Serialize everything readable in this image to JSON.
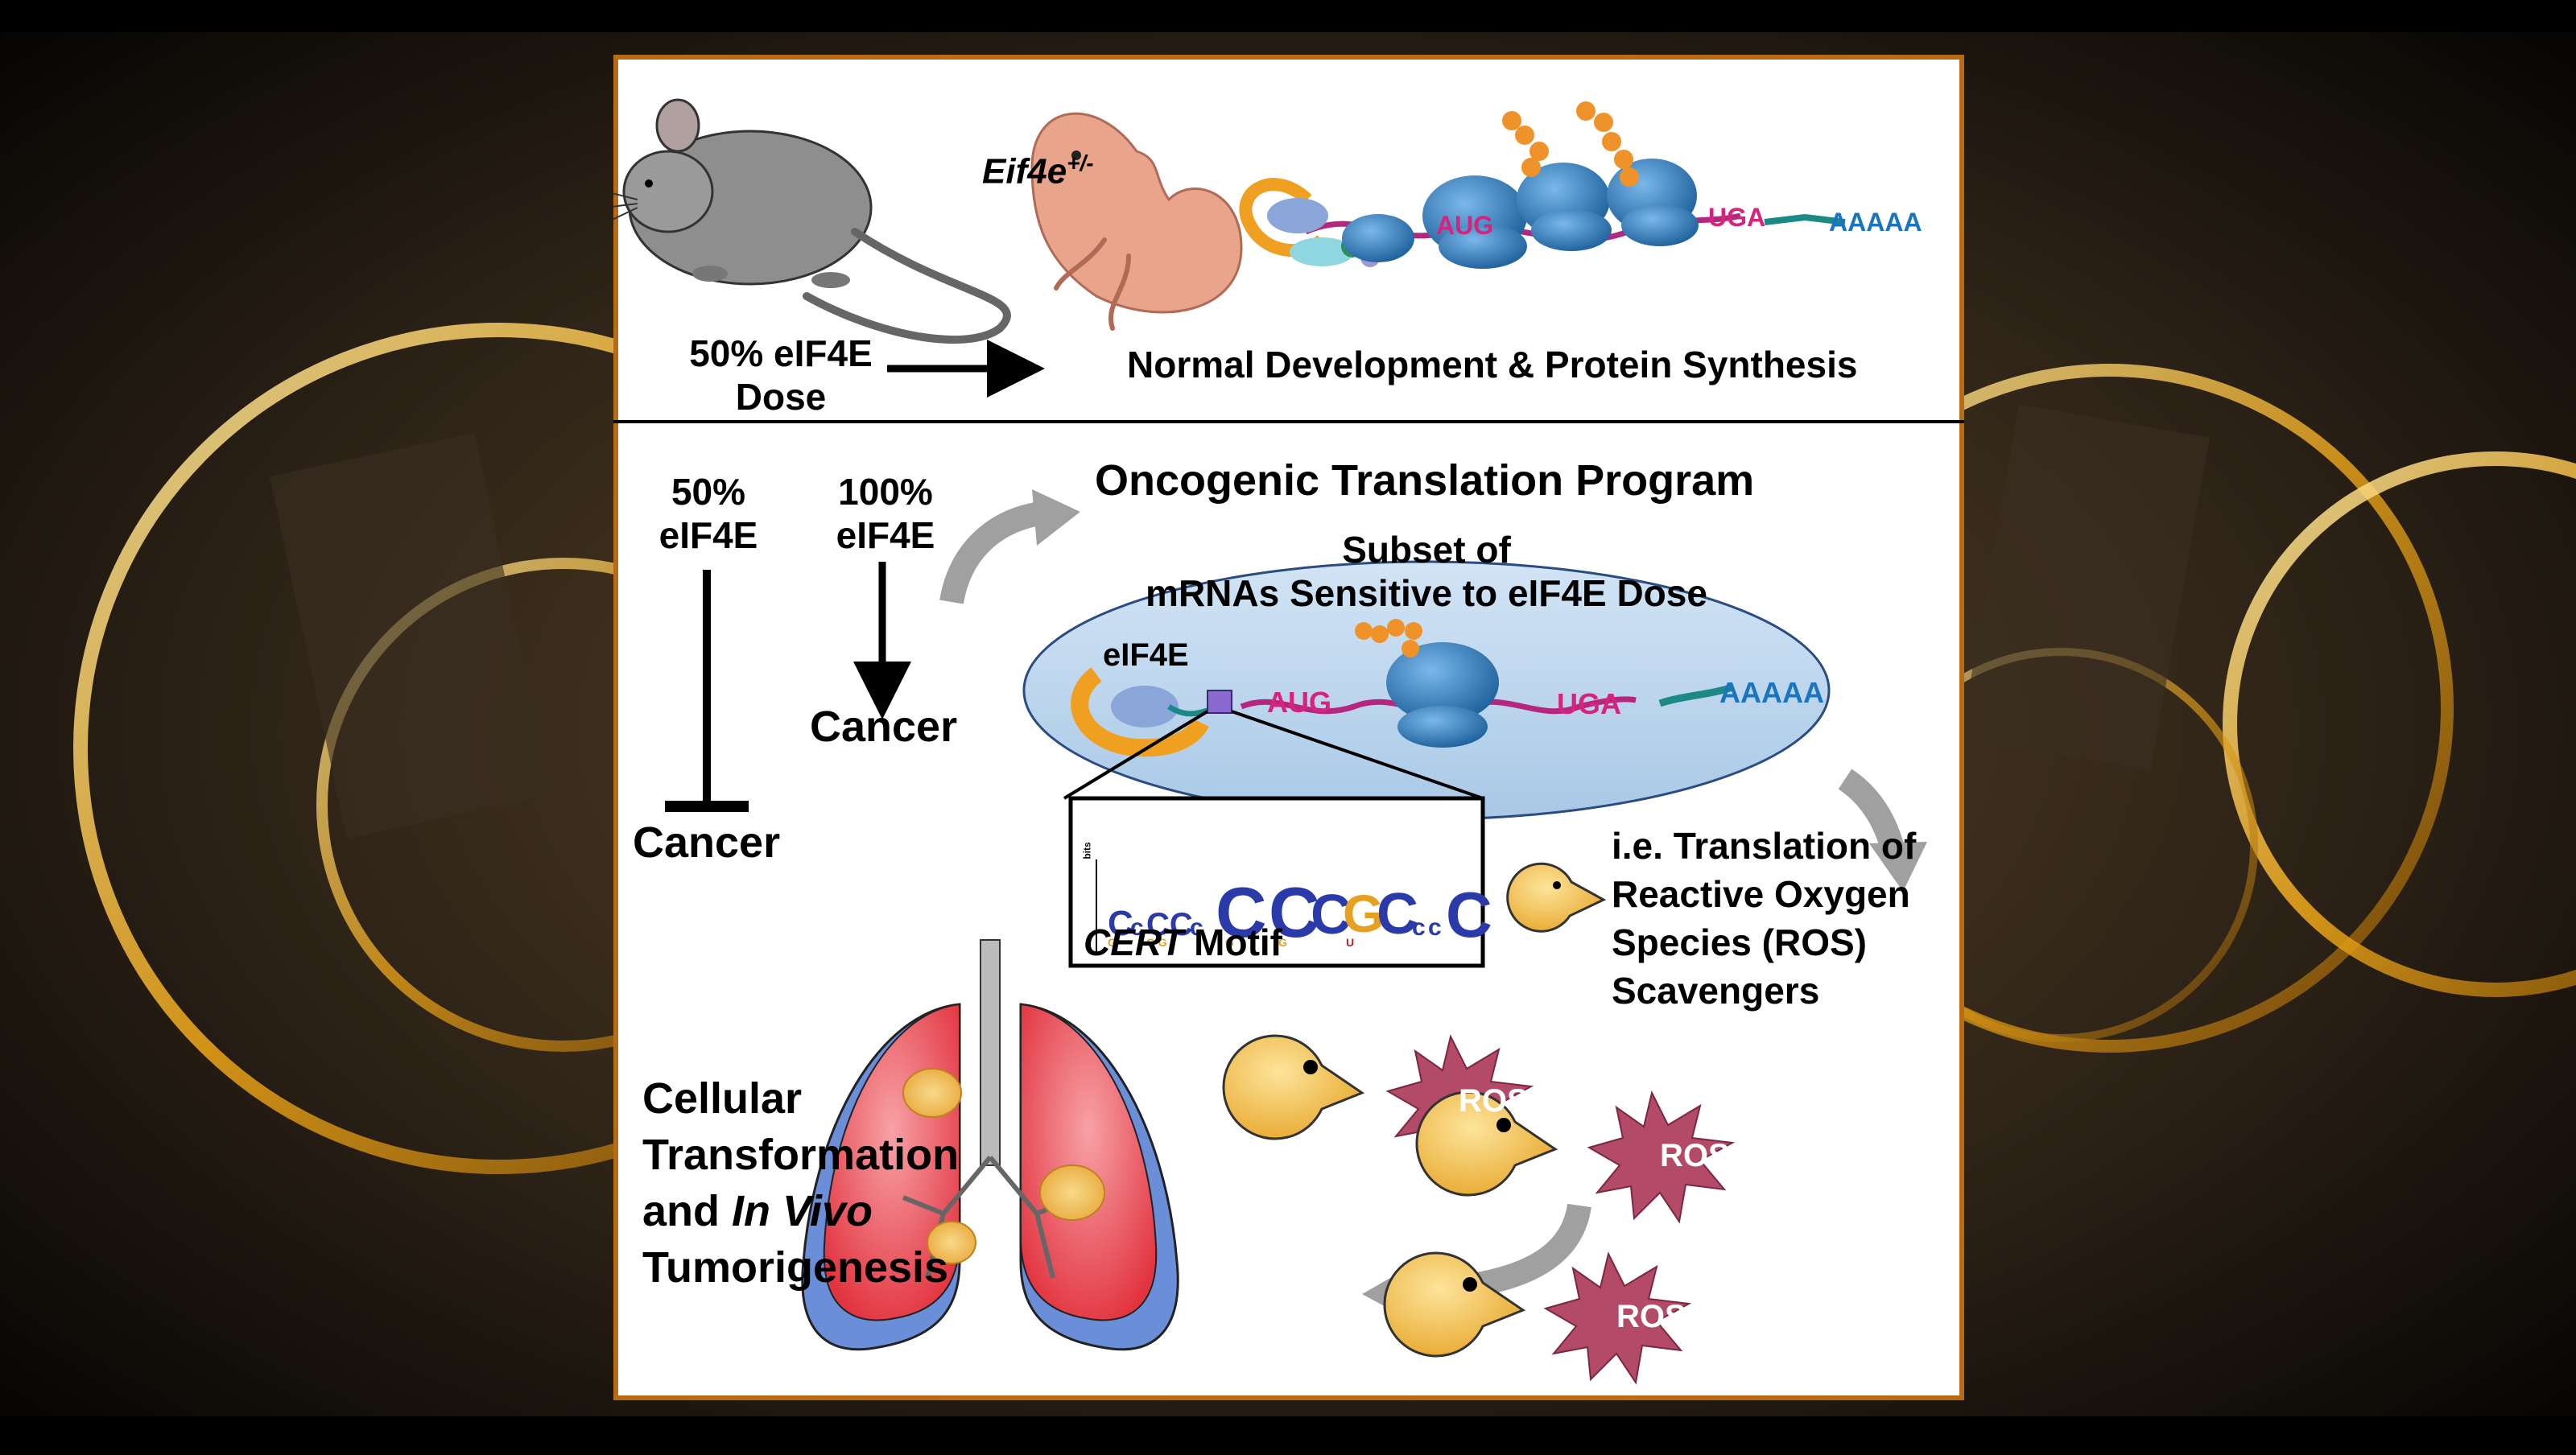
{
  "top_panel": {
    "gene_label": "Eif4e",
    "gene_superscript": "+/-",
    "dose_line1": "50% eIF4E",
    "dose_line2": "Dose",
    "outcome": "Normal Development & Protein Synthesis",
    "mrna": {
      "start_codon": "AUG",
      "stop_codon": "UGA",
      "polyA": "AAAAA"
    }
  },
  "bottom_panel": {
    "left_dose_line1": "50%",
    "left_dose_line2": "eIF4E",
    "right_dose_line1": "100%",
    "right_dose_line2": "eIF4E",
    "cancer_inhibited": "Cancer",
    "cancer_promoted": "Cancer",
    "program_title": "Oncogenic Translation Program",
    "ellipse_line1": "Subset of",
    "ellipse_line2": "mRNAs Sensitive to eIF4E Dose",
    "eif4e_label": "eIF4E",
    "mrna": {
      "start_codon": "AUG",
      "stop_codon": "UGA",
      "polyA": "AAAAA"
    },
    "motif_label_italic": "CERT",
    "motif_label_rest": " Motif",
    "motif_axis": "bits",
    "example_lines": [
      "i.e. Translation of",
      "Reactive Oxygen",
      "Species (ROS)",
      "Scavengers"
    ],
    "ros_label": "ROS",
    "outcome_line1": "Cellular",
    "outcome_line2": "Transformation",
    "outcome_line3_a": "and ",
    "outcome_line3_italic": "In Vivo",
    "outcome_line4": "Tumorigenesis"
  },
  "colors": {
    "frame": "#b86b14",
    "ribosome": "#2e7fc0",
    "mrna_backbone": "#b5267f",
    "polyA_tail": "#1b8a86",
    "codon_text": "#d6247d",
    "polyA_text": "#1a74c0",
    "ellipse_fill": "#b7d3ec",
    "ros_star": "#b24a68",
    "pacman": "#f4c85a",
    "lung": "#e8434f",
    "arrow_gray": "#a0a0a0"
  }
}
